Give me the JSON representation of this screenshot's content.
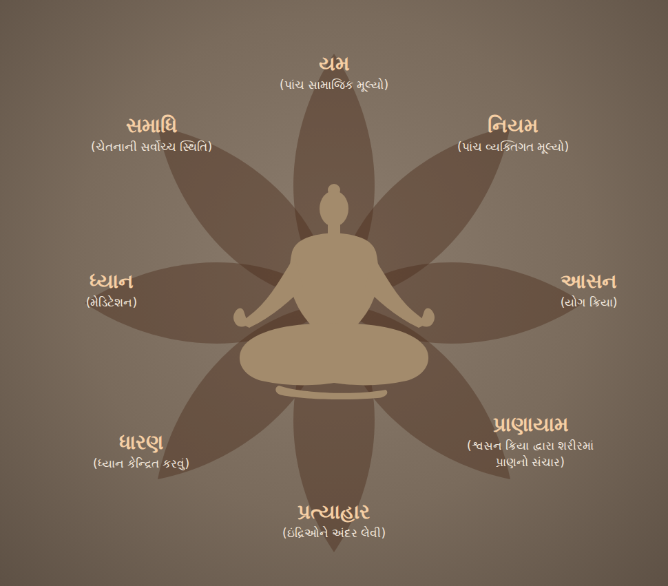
{
  "diagram": {
    "nodes": [
      {
        "text": [
          "યમ",
          "(પાંચ સામાજિક મૂલ્યો)"
        ]
      },
      {
        "text": [
          "નિયમ",
          "(પાંચ વ્યક્તિગત મૂલ્યો)"
        ]
      },
      {
        "text": [
          "આસન",
          "(યોગ ક્રિયા)"
        ]
      },
      {
        "text": [
          "પ્રાણાયામ",
          "(શ્વસન ક્રિયા દ્વારા શરીરમાં પ્રાણનો સંચાર)"
        ]
      },
      {
        "text": [
          "પ્રત્યાહાર",
          "(ઇંદ્રિઓને અંદર લેવી)"
        ]
      },
      {
        "text": [
          "ધારણ",
          "(ધ્યાન કેન્દ્રિત કરવું)"
        ]
      },
      {
        "text": [
          "ધ્યાન",
          "(મેડિટેશન)"
        ]
      },
      {
        "text": [
          "સમાધિ",
          "(ચેતનાની સર્વોચ્ચ સ્થિતિ)"
        ]
      }
    ]
  }
}
